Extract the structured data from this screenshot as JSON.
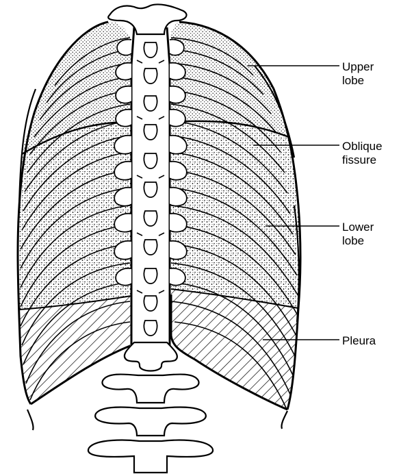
{
  "figure": {
    "colors": {
      "ink": "#000000",
      "background": "#ffffff"
    },
    "labels": {
      "upper_lobe": [
        "Upper",
        "lobe"
      ],
      "oblique_fissure": [
        "Oblique",
        "fissure"
      ],
      "lower_lobe": [
        "Lower",
        "lobe"
      ],
      "pleura": [
        "Pleura"
      ]
    }
  }
}
